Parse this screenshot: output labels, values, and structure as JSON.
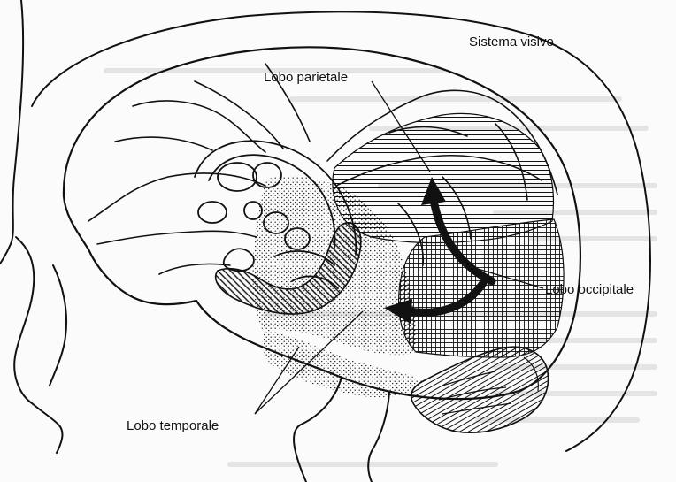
{
  "figure": {
    "title": "Sistema visivo",
    "labels": {
      "parietal": "Lobo parietale",
      "occipital": "Lobo occipitale",
      "temporal": "Lobo temporale"
    }
  },
  "colors": {
    "ink": "#111111",
    "paper": "#fbfbfb",
    "ghost_text": "#d8d8d8"
  }
}
